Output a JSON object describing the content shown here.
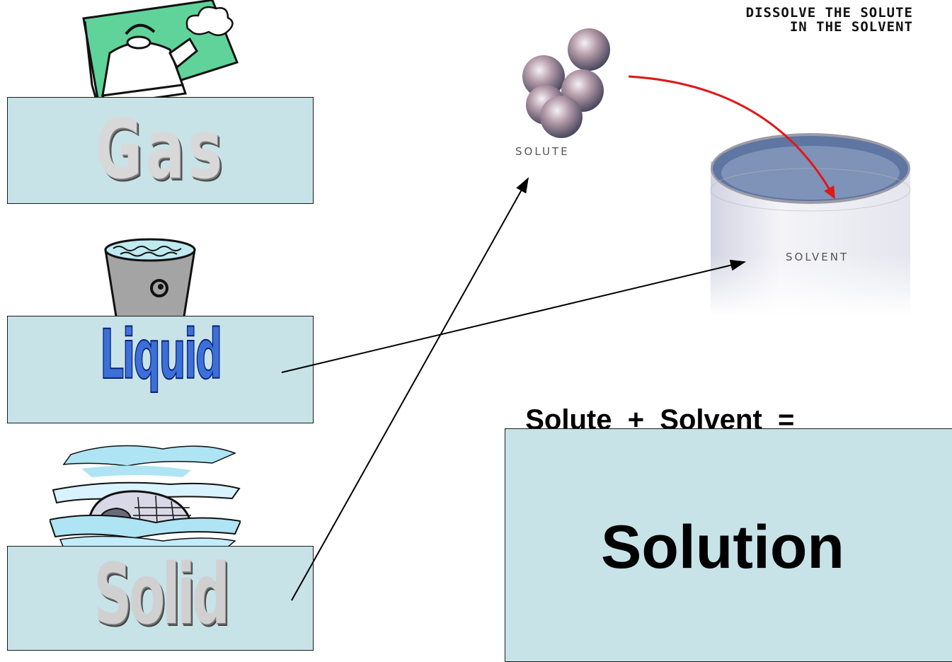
{
  "states": {
    "gas": "Gas",
    "liquid": "Liquid",
    "solid": "Solid"
  },
  "illustration": {
    "instruction_line1": "DISSOLVE THE SOLUTE",
    "instruction_line2": "IN THE SOLVENT",
    "solute_label": "SOLUTE",
    "solvent_label": "SOLVENT"
  },
  "equation": {
    "term1": "Solute",
    "plus": "+",
    "term2": "Solvent",
    "equals": "="
  },
  "result": {
    "label": "Solution"
  },
  "icons": [
    "kettle-clipart-icon",
    "bucket-clipart-icon",
    "igloo-clipart-icon",
    "solute-spheres-icon",
    "solvent-cylinder-icon"
  ]
}
